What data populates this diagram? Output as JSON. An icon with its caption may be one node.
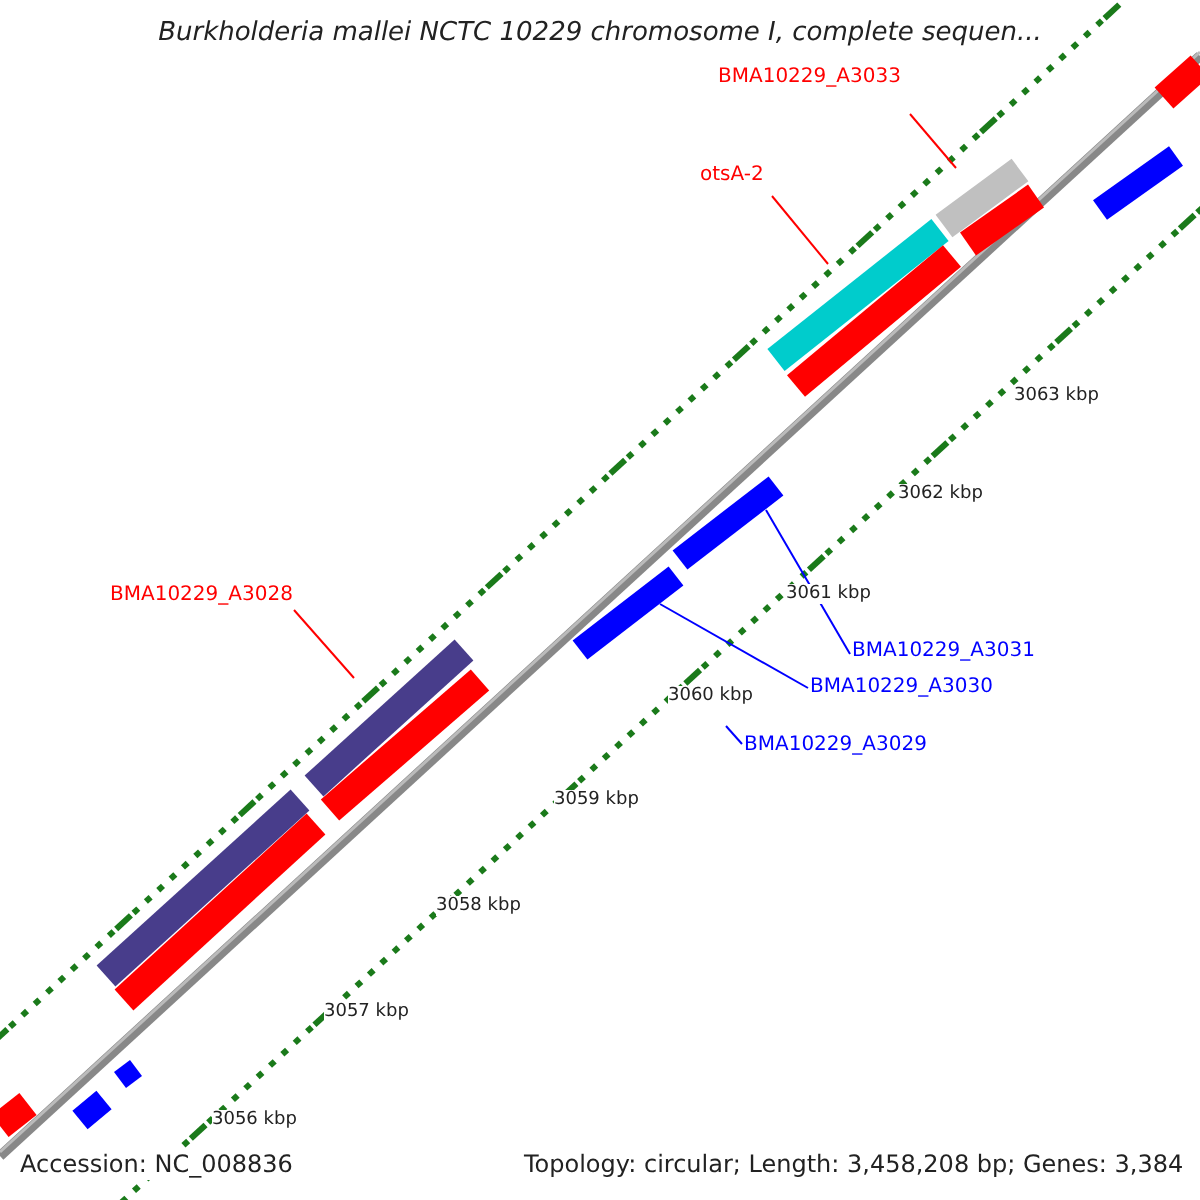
{
  "diagram": {
    "title": "Burkholderia mallei NCTC 10229 chromosome I, complete sequen...",
    "nodes": [
      {
        "text": [
          "BMA10229_A3033"
        ]
      },
      {
        "text": [],
        "shape": "bar"
      },
      {
        "text": [
          "otsA-2"
        ]
      },
      {
        "text": [],
        "shape": "bar"
      },
      {
        "text": [
          "BMA10229_A3028"
        ]
      },
      {
        "text": [],
        "shape": "bar"
      },
      {
        "text": [
          "BMA10229_A3031"
        ]
      },
      {
        "text": [],
        "shape": "bar"
      },
      {
        "text": [
          "BMA10229_A3030"
        ]
      },
      {
        "text": [],
        "shape": "bar"
      },
      {
        "text": [
          "BMA10229_A3029"
        ]
      },
      {
        "text": [],
        "shape": "bar"
      },
      {
        "text": [],
        "shape": "bar"
      },
      {
        "text": [],
        "shape": "bar"
      },
      {
        "text": [],
        "shape": "bar"
      },
      {
        "text": [],
        "shape": "bar"
      },
      {
        "text": [],
        "shape": "bar"
      },
      {
        "text": [],
        "shape": "bar"
      },
      {
        "text": [],
        "shape": "bar"
      },
      {
        "text": [],
        "shape": "bar"
      },
      {
        "text": [],
        "shape": "bar"
      }
    ],
    "edges": [
      {
        "from": 0,
        "to": 1,
        "arrow": "none"
      },
      {
        "from": 2,
        "to": 3,
        "arrow": "none"
      },
      {
        "from": 4,
        "to": 5,
        "arrow": "none"
      },
      {
        "from": 6,
        "to": 7,
        "arrow": "none",
        "color": "#0000ff"
      },
      {
        "from": 8,
        "to": 9,
        "arrow": "none",
        "color": "#0000ff"
      },
      {
        "from": 10,
        "to": null,
        "arrow": "none",
        "color": "#0000ff"
      }
    ],
    "labels": [
      "3063 kbp",
      "3062 kbp",
      "3061 kbp",
      "3060 kbp",
      "3059 kbp",
      "3058 kbp",
      "3057 kbp",
      "3056 kbp",
      "Accession: NC_008836",
      "Topology: circular; Length: 3,458,208 bp; Genes: 3,384"
    ]
  }
}
